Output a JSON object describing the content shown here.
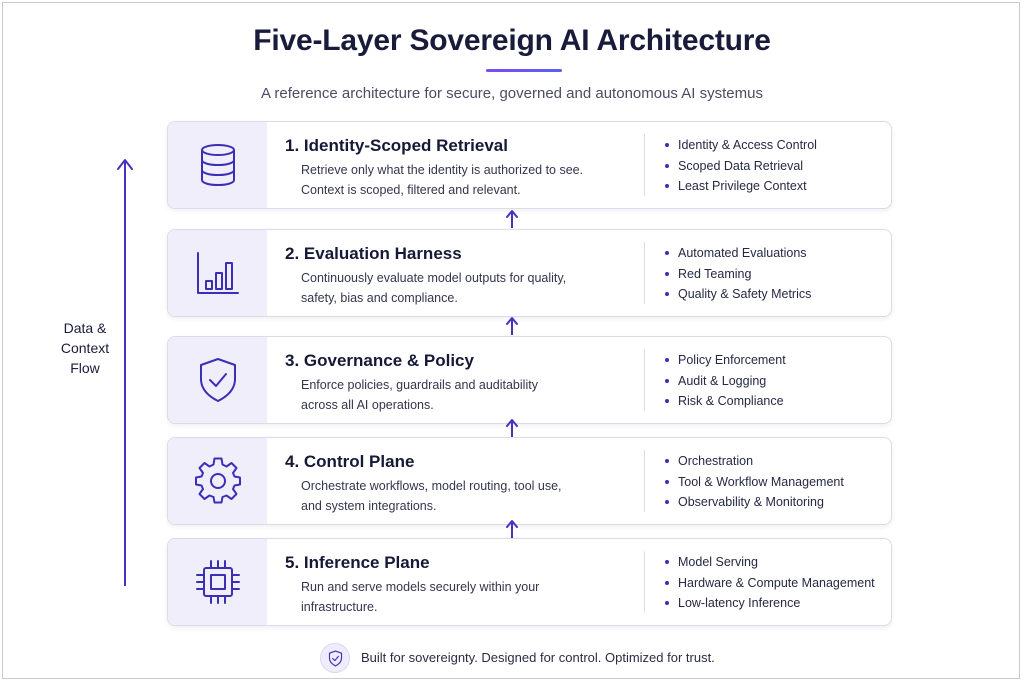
{
  "header": {
    "title": "Five-Layer Sovereign AI Architecture",
    "subtitle": "A reference architecture for secure, governed and autonomous AI systemus"
  },
  "flow": {
    "label_lines": [
      "Data &",
      "Context",
      "Flow"
    ]
  },
  "layers": [
    {
      "title": "1.  Identity-Scoped Retrieval",
      "icon": "database-icon",
      "description_lines": [
        "Retrieve only what the identity is authorized to see.",
        "Context is scoped, filtered and relevant."
      ],
      "features": [
        "Identity & Access Control",
        "Scoped Data Retrieval",
        "Least Privilege Context"
      ]
    },
    {
      "title": "2.  Evaluation Harness",
      "icon": "bar-chart-icon",
      "description_lines": [
        "Continuously evaluate model outputs for quality,",
        "safety, bias and compliance."
      ],
      "features": [
        "Automated Evaluations",
        "Red Teaming",
        "Quality & Safety Metrics"
      ]
    },
    {
      "title": "3.  Governance & Policy",
      "icon": "shield-check-icon",
      "description_lines": [
        "Enforce policies, guardrails and auditability",
        "across all AI operations."
      ],
      "features": [
        "Policy Enforcement",
        "Audit & Logging",
        "Risk & Compliance"
      ]
    },
    {
      "title": "4.  Control Plane",
      "icon": "gear-icon",
      "description_lines": [
        "Orchestrate workflows, model routing, tool use,",
        "and system integrations."
      ],
      "features": [
        "Orchestration",
        "Tool & Workflow Management",
        "Observability & Monitoring"
      ]
    },
    {
      "title": "5.  Inference Plane",
      "icon": "chip-icon",
      "description_lines": [
        "Run and serve models securely within your",
        "infrastructure."
      ],
      "features": [
        "Model Serving",
        "Hardware & Compute Management",
        "Low-latency Inference"
      ]
    }
  ],
  "footer": {
    "icon": "shield-check-icon",
    "text": "Built for sovereignty. Designed for control. Optimized for trust."
  },
  "colors": {
    "accent": "#3b2fb5",
    "accent_light": "#f1eefc",
    "title": "#181b3a"
  }
}
